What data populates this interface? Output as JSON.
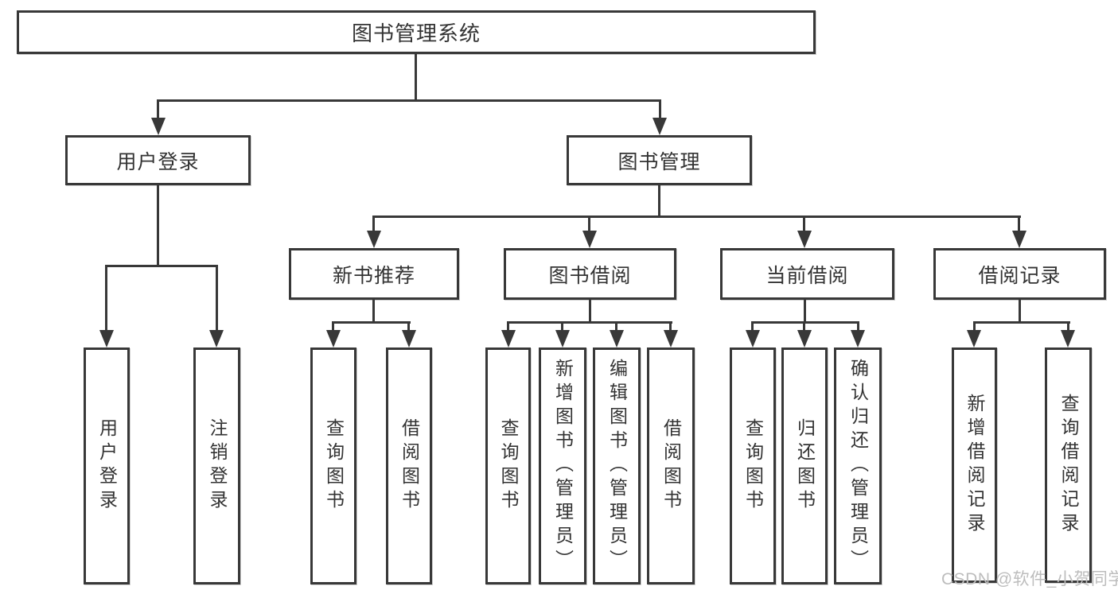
{
  "tree": {
    "root": {
      "label": "图书管理系统"
    },
    "branches": [
      {
        "label": "用户登录",
        "children": [
          {
            "label": "用户登录"
          },
          {
            "label": "注销登录"
          }
        ]
      },
      {
        "label": "图书管理",
        "sections": [
          {
            "label": "新书推荐",
            "children": [
              {
                "label": "查询图书"
              },
              {
                "label": "借阅图书"
              }
            ]
          },
          {
            "label": "图书借阅",
            "children": [
              {
                "label": "查询图书"
              },
              {
                "label": "新增图书（管理员）"
              },
              {
                "label": "编辑图书（管理员）"
              },
              {
                "label": "借阅图书"
              }
            ]
          },
          {
            "label": "当前借阅",
            "children": [
              {
                "label": "查询图书"
              },
              {
                "label": "归还图书"
              },
              {
                "label": "确认归还（管理员）"
              }
            ]
          },
          {
            "label": "借阅记录",
            "children": [
              {
                "label": "新增借阅记录"
              },
              {
                "label": "查询借阅记录"
              }
            ]
          }
        ]
      }
    ]
  },
  "watermark": {
    "text": "CSDN @软件_小贺同学"
  },
  "colors": {
    "line": "#383838",
    "text": "#333333",
    "watermark_text": "#bdbdbd",
    "background": "#ffffff"
  }
}
